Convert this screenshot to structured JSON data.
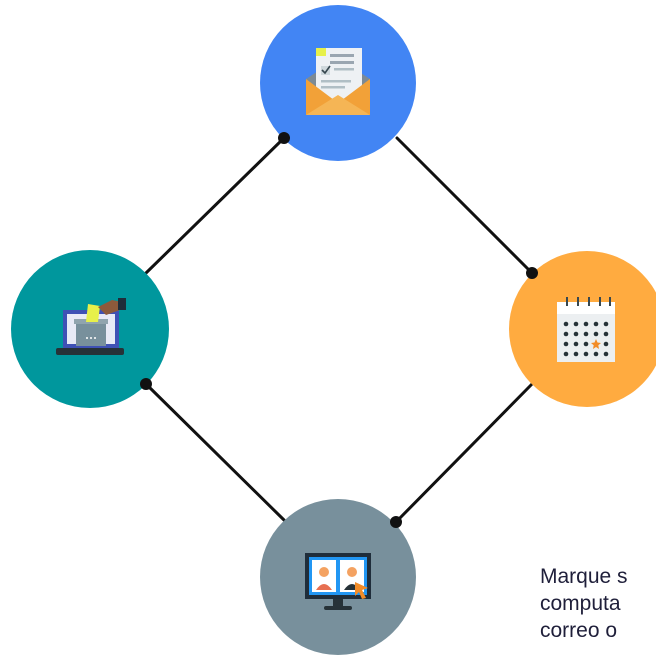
{
  "nodes": [
    {
      "id": "top",
      "icon": "mail-ballot-icon",
      "color": "#4285F4"
    },
    {
      "id": "right",
      "icon": "calendar-icon",
      "color": "#FFAB40"
    },
    {
      "id": "bottom",
      "icon": "computer-video-voting-icon",
      "color": "#78909C"
    },
    {
      "id": "left",
      "icon": "laptop-ballot-box-icon",
      "color": "#00979D"
    }
  ],
  "caption": {
    "line1": "Marque s",
    "line2": "computa",
    "line3": "correo o"
  }
}
